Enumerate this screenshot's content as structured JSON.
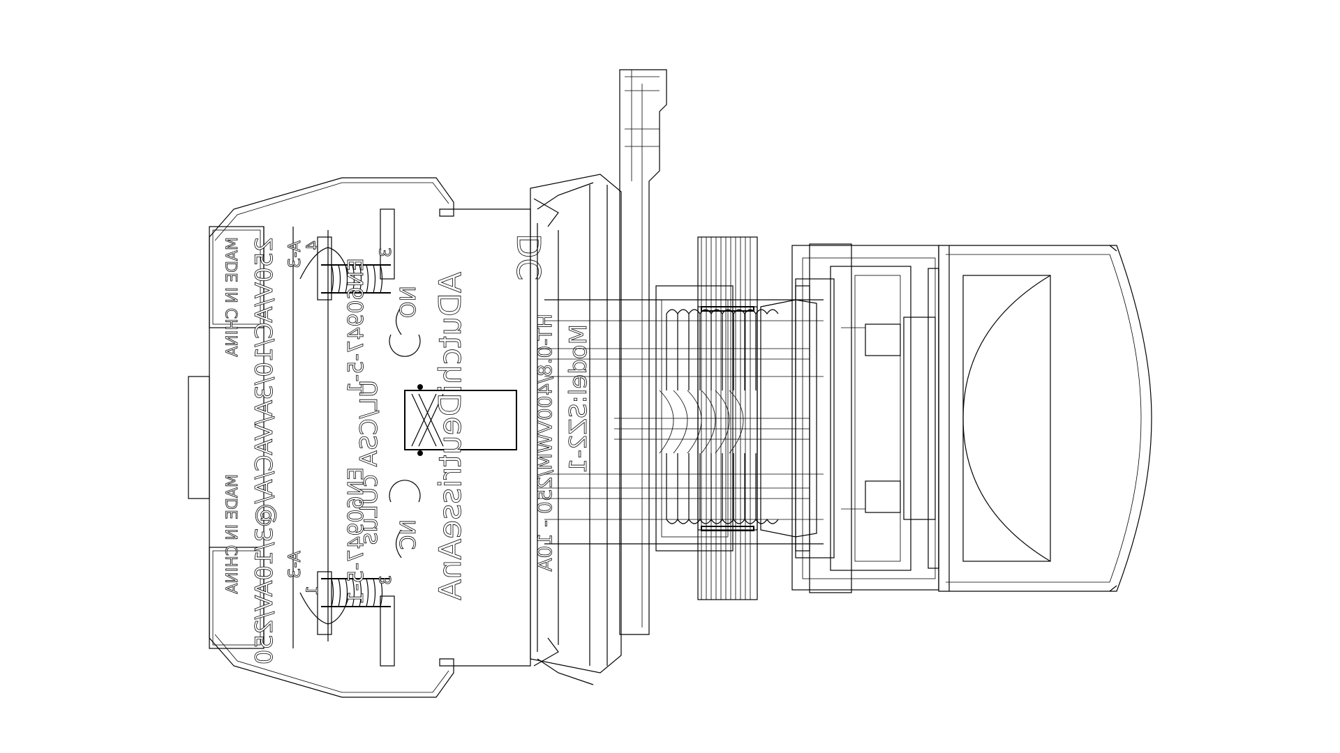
{
  "labels": {
    "brand_top": "ADutchiDeutrisseAnA",
    "approval": "UL/CSA cULus",
    "term_no": "NO",
    "term_nc": "NC",
    "term_3_top": "3",
    "term_4": "4",
    "term_3_bot": "3",
    "term_1": "1",
    "ax_top": "A-3",
    "ax_bot": "A-3",
    "en_top": "EN60947-5-1",
    "en_bot": "EN60947-5-1",
    "rating": "250V/AC/10/3A/VAC/A/@3/10AV/250",
    "made_top": "MADE IN CHINA",
    "made_bot": "MADE IN CHINA",
    "model": "Model:SZ2-1",
    "model_sub": "HT-0.8/400VWM/250 - 10A",
    "dc_mark": "DC"
  },
  "colors": {
    "line": "#000000",
    "background": "#ffffff"
  }
}
